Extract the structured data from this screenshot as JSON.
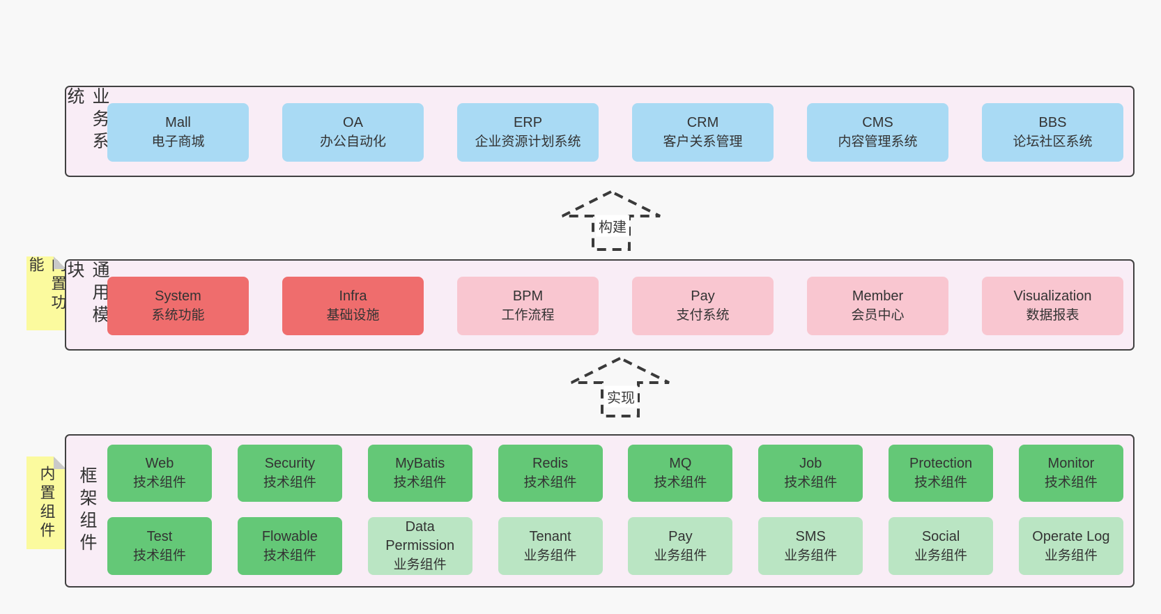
{
  "palette": {
    "page_bg": "#f8f8f8",
    "layer_bg": "#f9edf6",
    "layer_border": "#414141",
    "blue_box": "#a9daf4",
    "red_box": "#ef6d6d",
    "pink_box": "#f9c6d0",
    "green_box": "#64c877",
    "light_green_box": "#bae5c3",
    "note_bg": "#fbfa9e",
    "note_fold": "#c9c9c9",
    "text": "#333333",
    "arrow": "#3a3a3a"
  },
  "layers": [
    {
      "label": "业务系统",
      "boxes": [
        {
          "title": "Mall",
          "subtitle": "电子商城"
        },
        {
          "title": "OA",
          "subtitle": "办公自动化"
        },
        {
          "title": "ERP",
          "subtitle": "企业资源计划系统"
        },
        {
          "title": "CRM",
          "subtitle": "客户关系管理"
        },
        {
          "title": "CMS",
          "subtitle": "内容管理系统"
        },
        {
          "title": "BBS",
          "subtitle": "论坛社区系统"
        }
      ]
    },
    {
      "label": "通用模块",
      "note": "内置功能",
      "boxes": [
        {
          "title": "System",
          "subtitle": "系统功能"
        },
        {
          "title": "Infra",
          "subtitle": "基础设施"
        },
        {
          "title": "BPM",
          "subtitle": "工作流程"
        },
        {
          "title": "Pay",
          "subtitle": "支付系统"
        },
        {
          "title": "Member",
          "subtitle": "会员中心"
        },
        {
          "title": "Visualization",
          "subtitle": "数据报表"
        }
      ]
    },
    {
      "label": "框架组件",
      "note": "内置组件",
      "rows": [
        [
          {
            "title": "Web",
            "subtitle": "技术组件"
          },
          {
            "title": "Security",
            "subtitle": "技术组件"
          },
          {
            "title": "MyBatis",
            "subtitle": "技术组件"
          },
          {
            "title": "Redis",
            "subtitle": "技术组件"
          },
          {
            "title": "MQ",
            "subtitle": "技术组件"
          },
          {
            "title": "Job",
            "subtitle": "技术组件"
          },
          {
            "title": "Protection",
            "subtitle": "技术组件"
          },
          {
            "title": "Monitor",
            "subtitle": "技术组件"
          }
        ],
        [
          {
            "title": "Test",
            "subtitle": "技术组件"
          },
          {
            "title": "Flowable",
            "subtitle": "技术组件"
          },
          {
            "title": "Data Permission",
            "subtitle": "业务组件"
          },
          {
            "title": "Tenant",
            "subtitle": "业务组件"
          },
          {
            "title": "Pay",
            "subtitle": "业务组件"
          },
          {
            "title": "SMS",
            "subtitle": "业务组件"
          },
          {
            "title": "Social",
            "subtitle": "业务组件"
          },
          {
            "title": "Operate Log",
            "subtitle": "业务组件"
          }
        ]
      ]
    }
  ],
  "arrows": [
    {
      "label": "构建"
    },
    {
      "label": "实现"
    }
  ]
}
